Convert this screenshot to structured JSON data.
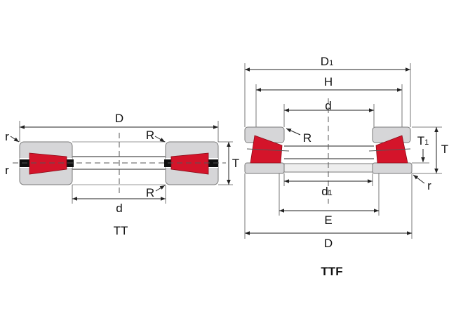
{
  "tt": {
    "title": "TT",
    "labels": {
      "D": "D",
      "d": "d",
      "T": "T",
      "r_top": "r",
      "r_bottom": "r",
      "R_top": "R",
      "R_bottom": "R"
    }
  },
  "ttf": {
    "title": "TTF",
    "labels": {
      "D1": "D",
      "D1_sub": "1",
      "H": "H",
      "d": "d",
      "R": "R",
      "T1": "T",
      "T1_sub": "1",
      "T": "T",
      "r": "r",
      "d1": "d",
      "d1_sub": "1",
      "E": "E",
      "D": "D"
    }
  },
  "colors": {
    "roller": "#d4142a",
    "ring": "#d6d6d8"
  }
}
